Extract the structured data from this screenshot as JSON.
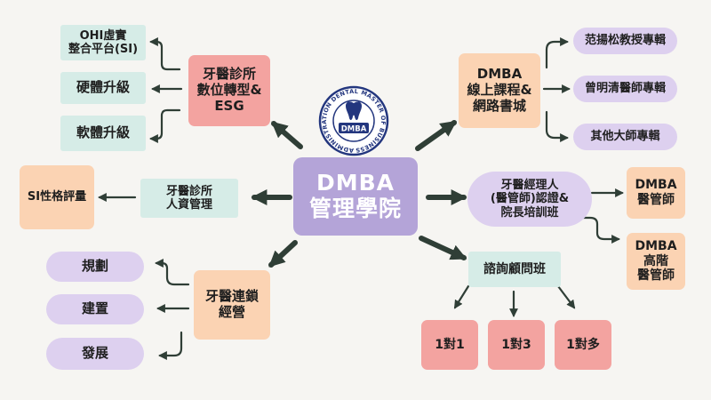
{
  "center": {
    "title": "DMBA\n管理學院"
  },
  "logo": {
    "ring_text": "ADMINISTRATION DENTAL MASTER OF BUSINESS",
    "inner_text": "DMBA"
  },
  "digital": {
    "label": "牙醫診所\n數位轉型&\nESG",
    "children": [
      "OHI虛實\n整合平台(SI)",
      "硬體升級",
      "軟體升級"
    ]
  },
  "online": {
    "label": "DMBA\n線上課程&\n網路書城",
    "children": [
      "范揚松教授專輯",
      "曾明清醫師專輯",
      "其他大師專輯"
    ]
  },
  "hr": {
    "label": "牙醫診所\n人資管理",
    "child": "SI性格評量"
  },
  "certification": {
    "label": "牙醫經理人\n(醫管師)認證&\n院長培訓班",
    "children": [
      "DMBA\n醫管師",
      "DMBA\n高階\n醫管師"
    ]
  },
  "chain": {
    "label": "牙醫連鎖\n經營",
    "children": [
      "規劃",
      "建置",
      "發展"
    ]
  },
  "consulting": {
    "label": "諮詢顧問班",
    "children": [
      "1對1",
      "1對3",
      "1對多"
    ]
  },
  "colors": {
    "arrow": "#2f3e36",
    "center": "#b4a4d8",
    "teal": "#d6ece7",
    "salmon": "#f3a3a0",
    "peach": "#fbd3b3",
    "lavender": "#ddd0ef",
    "logo_navy": "#23367e"
  }
}
